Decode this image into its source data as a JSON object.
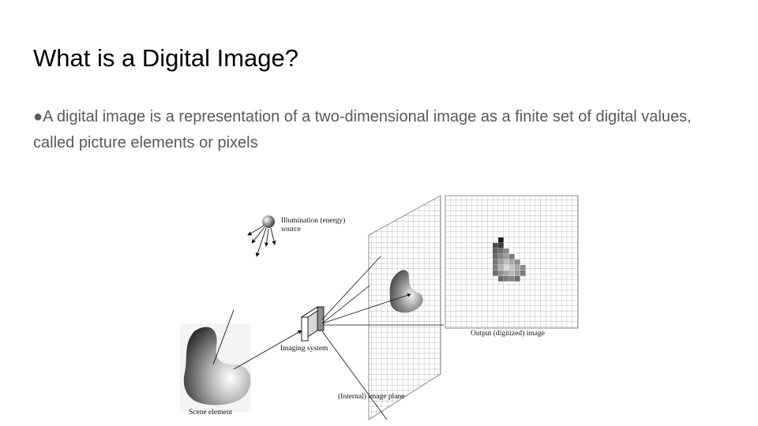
{
  "slide": {
    "title": "What is a Digital Image?",
    "bullet_marker": "●",
    "bullet_text": "A digital image is a representation of a two-dimensional image as a finite set of digital values, called picture elements or pixels"
  },
  "figure": {
    "labels": {
      "illumination": "Illumination (energy)",
      "illumination_line2": "source",
      "imaging_system": "Imaging system",
      "image_plane": "(Internal) image plane",
      "scene_element": "Scene element",
      "output": "Output (digitized) image"
    }
  },
  "colors": {
    "title": "#000000",
    "body_text": "#595959",
    "grid_line": "#9a9a9a"
  }
}
